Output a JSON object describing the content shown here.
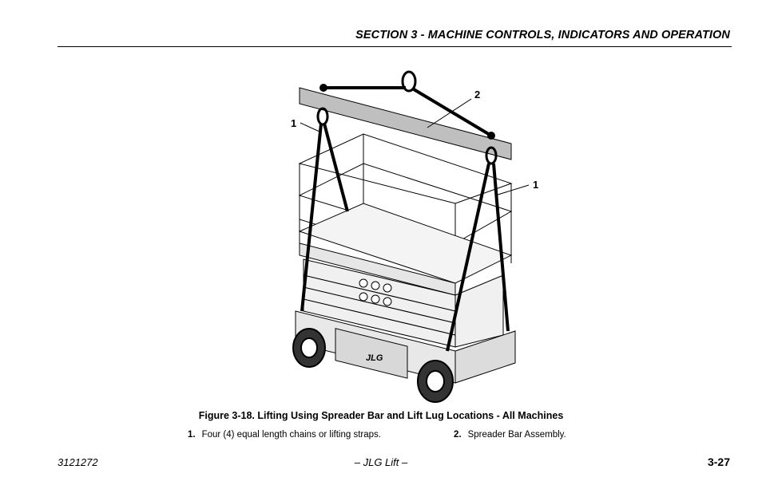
{
  "header": {
    "section_title": "SECTION 3 - MACHINE CONTROLS, INDICATORS AND OPERATION"
  },
  "figure": {
    "callouts": {
      "chains": "1",
      "spreader_bar": "2"
    },
    "decal_brand": "JLG"
  },
  "caption": "Figure 3-18. Lifting Using Spreader Bar and Lift Lug Locations - All Machines",
  "legend": [
    {
      "number": "1.",
      "text": "Four (4) equal length chains or lifting straps."
    },
    {
      "number": "2.",
      "text": "Spreader Bar Assembly."
    }
  ],
  "footer": {
    "doc_number": "3121272",
    "center": "– JLG Lift –",
    "page": "3-27"
  }
}
